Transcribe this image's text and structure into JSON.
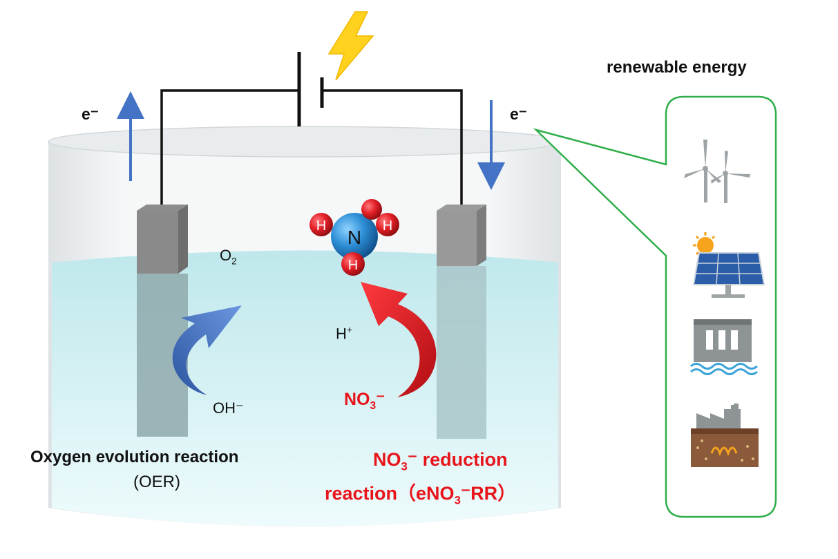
{
  "labels": {
    "electron_left": "e⁻",
    "electron_right": "e⁻",
    "renewable": "renewable energy",
    "o2_main": "O",
    "o2_sub": "2",
    "h_plus_main": "H",
    "h_plus_sup": "+",
    "oh_minus": "OH⁻",
    "no3_main": "NO",
    "no3_sub": "3",
    "no3_sup": "⁻",
    "oer_title": "Oxygen evolution reaction",
    "oer_abbr": "(OER)",
    "nrr_line1_main": "NO",
    "nrr_line1_sub": "3",
    "nrr_line1_rest": "⁻ reduction",
    "nrr_line2_main": "reaction（eNO",
    "nrr_line2_sub": "3",
    "nrr_line2_rest": "⁻RR）"
  },
  "molecule": {
    "center": "N",
    "h1": "H",
    "h2": "H",
    "h3": "H"
  },
  "energy_sources": [
    {
      "icon": "wind-turbine-icon"
    },
    {
      "icon": "solar-panel-icon"
    },
    {
      "icon": "hydro-dam-icon"
    },
    {
      "icon": "geothermal-plant-icon"
    }
  ],
  "colors": {
    "accent_red": "#e8141b",
    "arrow_blue": "#3f72c8",
    "frame_green": "#2fae4a",
    "electrolyte": "#c5ecef",
    "atom_red": "#e32027",
    "atom_blue": "#2e8fd6"
  }
}
